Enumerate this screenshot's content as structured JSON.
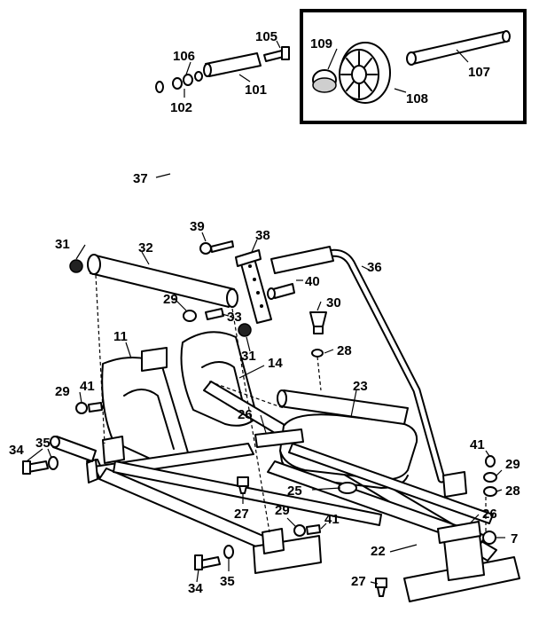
{
  "labels": {
    "p105": "105",
    "p106": "106",
    "p109": "109",
    "p101": "101",
    "p102": "102",
    "p107": "107",
    "p108": "108",
    "p37": "37",
    "p39": "39",
    "p38": "38",
    "p31a": "31",
    "p32": "32",
    "p36": "36",
    "p40": "40",
    "p29a": "29",
    "p33": "33",
    "p30": "30",
    "p11": "11",
    "p31b": "31",
    "p28a": "28",
    "p14": "14",
    "p23": "23",
    "p29b": "29",
    "p41a": "41",
    "p26a": "26",
    "p34a": "34",
    "p35a": "35",
    "p41b": "41",
    "p29c": "29",
    "p28b": "28",
    "p27a": "27",
    "p25": "25",
    "p29d": "29",
    "p41c": "41",
    "p26b": "26",
    "p7": "7",
    "p22": "22",
    "p34b": "34",
    "p35b": "35",
    "p27b": "27"
  }
}
